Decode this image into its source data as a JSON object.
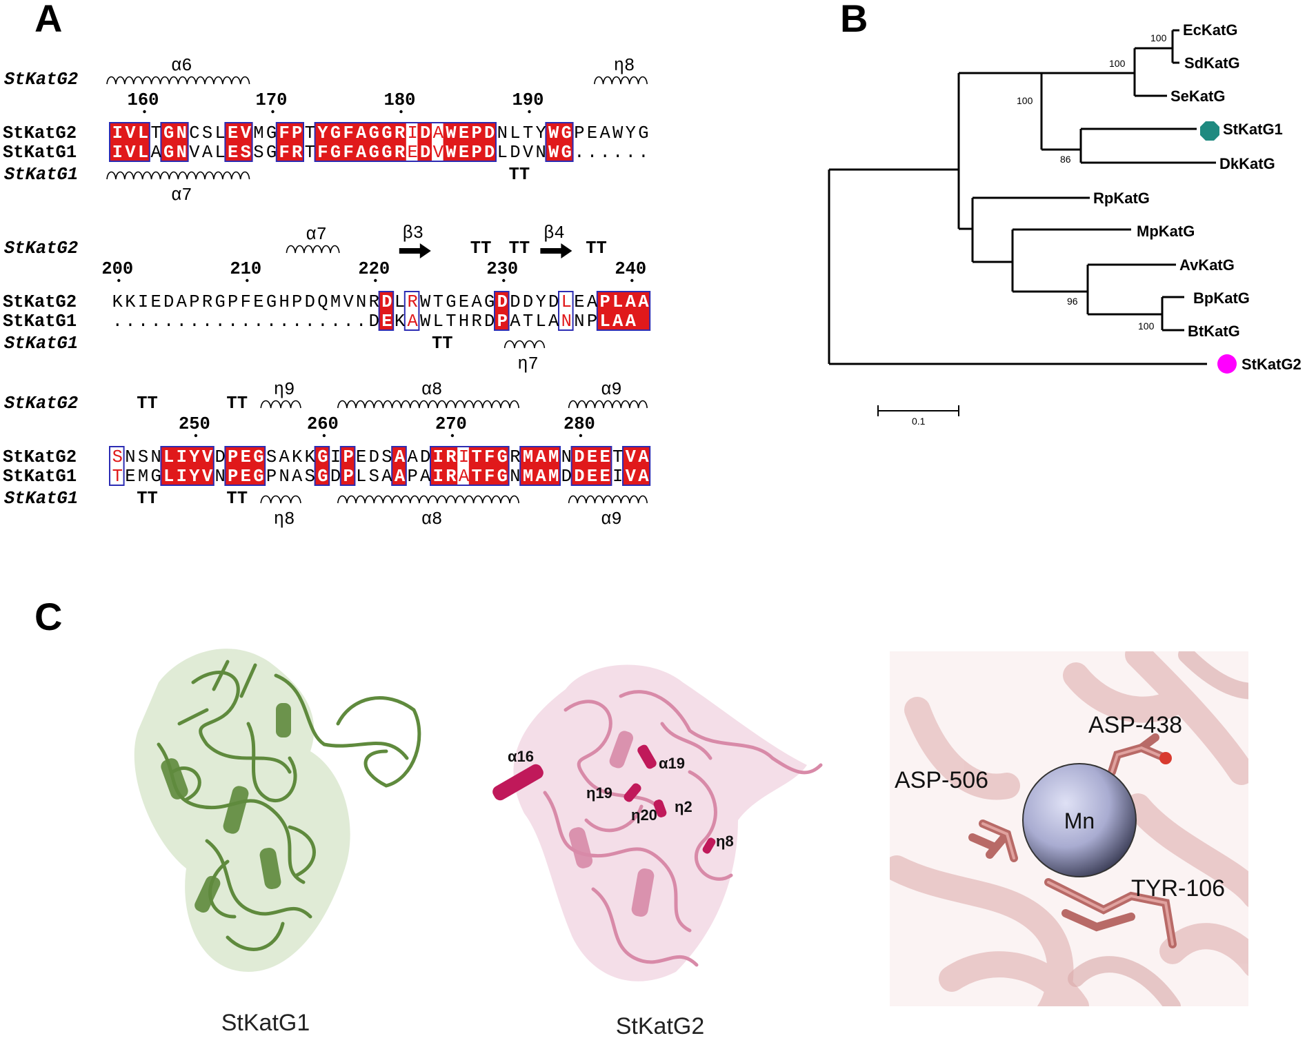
{
  "panels": {
    "a": "A",
    "b": "B",
    "c": "C"
  },
  "alignment": {
    "rows": [
      {
        "ss_top": {
          "label": "StKatG2",
          "elements": [
            "α6",
            "η8"
          ]
        },
        "ruler": [
          "160",
          "170",
          "180",
          "190"
        ],
        "seq1": {
          "name": "StKatG2",
          "seq": "IVLTGNCSLEVMGFPTYGFAGGRIDAWEPDNLTYWGPEAWYG"
        },
        "seq2": {
          "name": "StKatG1",
          "seq": "IVLAGNVALESSGFRTFGFAGGREDVWEPDLDVNWG......"
        },
        "ss_bottom": {
          "label": "StKatG1",
          "elements": [
            "α7",
            "TT"
          ]
        }
      },
      {
        "ss_top": {
          "label": "StKatG2",
          "elements": [
            "α7",
            "β3",
            "TT",
            "TT",
            "β4",
            "TT"
          ]
        },
        "ruler": [
          "200",
          "210",
          "220",
          "230",
          "240"
        ],
        "seq1": {
          "name": "StKatG2",
          "seq": "KKIEDAPRGPFEGHPDQMVNRDLRWTGEAGDDDYDLEAPLAA"
        },
        "seq2": {
          "name": "StKatG1",
          "seq": "....................DEKAWLTHRDPATLANNPLAA"
        },
        "ss_bottom": {
          "label": "StKatG1",
          "elements": [
            "TT",
            "η7"
          ]
        }
      },
      {
        "ss_top": {
          "label": "StKatG2",
          "elements": [
            "TT",
            "TT",
            "η9",
            "α8",
            "α9"
          ]
        },
        "ruler": [
          "250",
          "260",
          "270",
          "280"
        ],
        "seq1": {
          "name": "StKatG2",
          "seq": "SNSNLIYVDPEGSAKKGIPEDSAADIRITFGRMAMNDEETVA"
        },
        "seq2": {
          "name": "StKatG1",
          "seq": "TEMGLIYVNPEGPNASGDPLSAAPAIRATFGNMAMDDEEIVA"
        },
        "ss_bottom": {
          "label": "StKatG1",
          "elements": [
            "TT",
            "TT",
            "η8",
            "α8",
            "α9"
          ]
        }
      }
    ]
  },
  "tree": {
    "leaves": [
      "EcKatG",
      "SdKatG",
      "SeKatG",
      "StKatG1",
      "DkKatG",
      "RpKatG",
      "MpKatG",
      "AvKatG",
      "BpKatG",
      "BtKatG",
      "StKatG2"
    ],
    "bootstrap": [
      "100",
      "100",
      "100",
      "86",
      "96",
      "100"
    ],
    "scale_label": "0.1",
    "marker_colors": {
      "StKatG1": "#1f8a80",
      "StKatG2": "#ff00ff"
    }
  },
  "structures": {
    "g1_caption": "StKatG1",
    "g2_caption": "StKatG2",
    "g2_labels": [
      "α16",
      "α19",
      "η19",
      "η20",
      "η2",
      "η8"
    ],
    "site_residues": [
      "ASP-438",
      "ASP-506",
      "TYR-106"
    ],
    "metal": "Mn",
    "colors": {
      "g1": "#5f8a3d",
      "g2": "#d88aa8",
      "g2_highlight": "#c0195a",
      "residue": "#c97b78",
      "metal": "#a9acd1"
    }
  }
}
